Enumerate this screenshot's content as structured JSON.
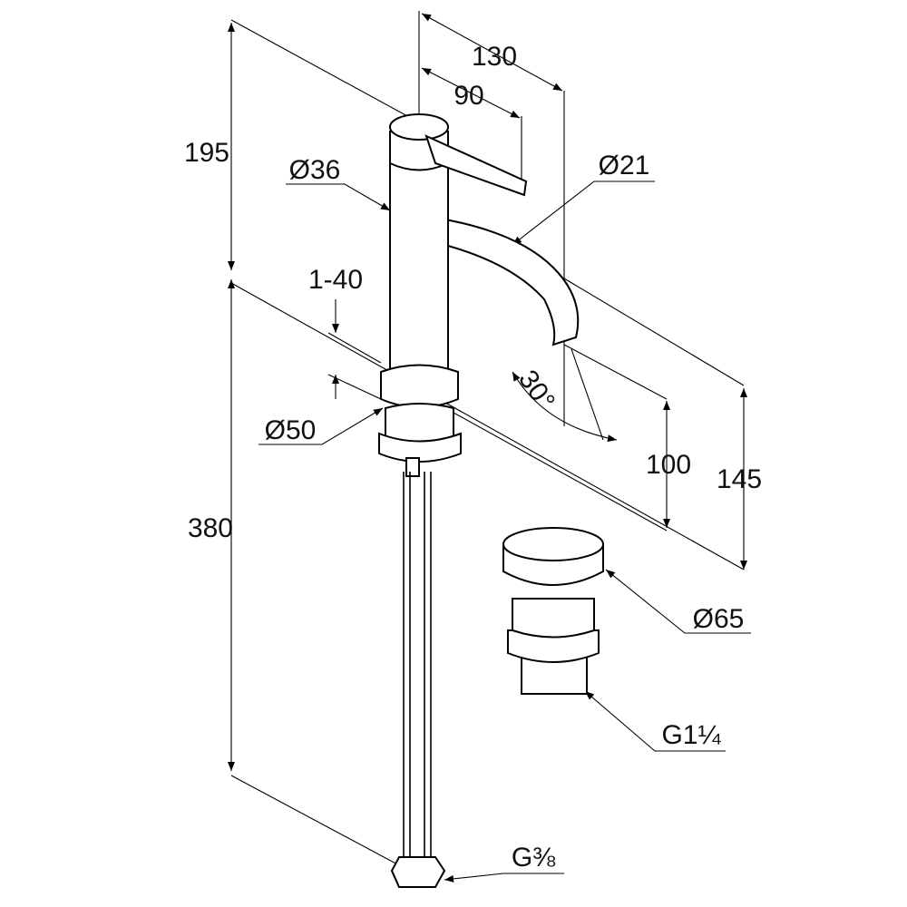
{
  "drawing": {
    "dimensions": {
      "total_width": "130",
      "lever_width": "90",
      "upper_height": "195",
      "body_diameter": "Ø36",
      "spout_diameter": "Ø21",
      "mounting_thickness": "1-40",
      "spout_angle": "30°",
      "base_diameter": "Ø50",
      "spout_outlet_height": "100",
      "spout_height": "145",
      "hose_length": "380",
      "waste_diameter": "Ø65",
      "waste_thread": "G1¼",
      "hose_thread": "G⅜"
    }
  }
}
